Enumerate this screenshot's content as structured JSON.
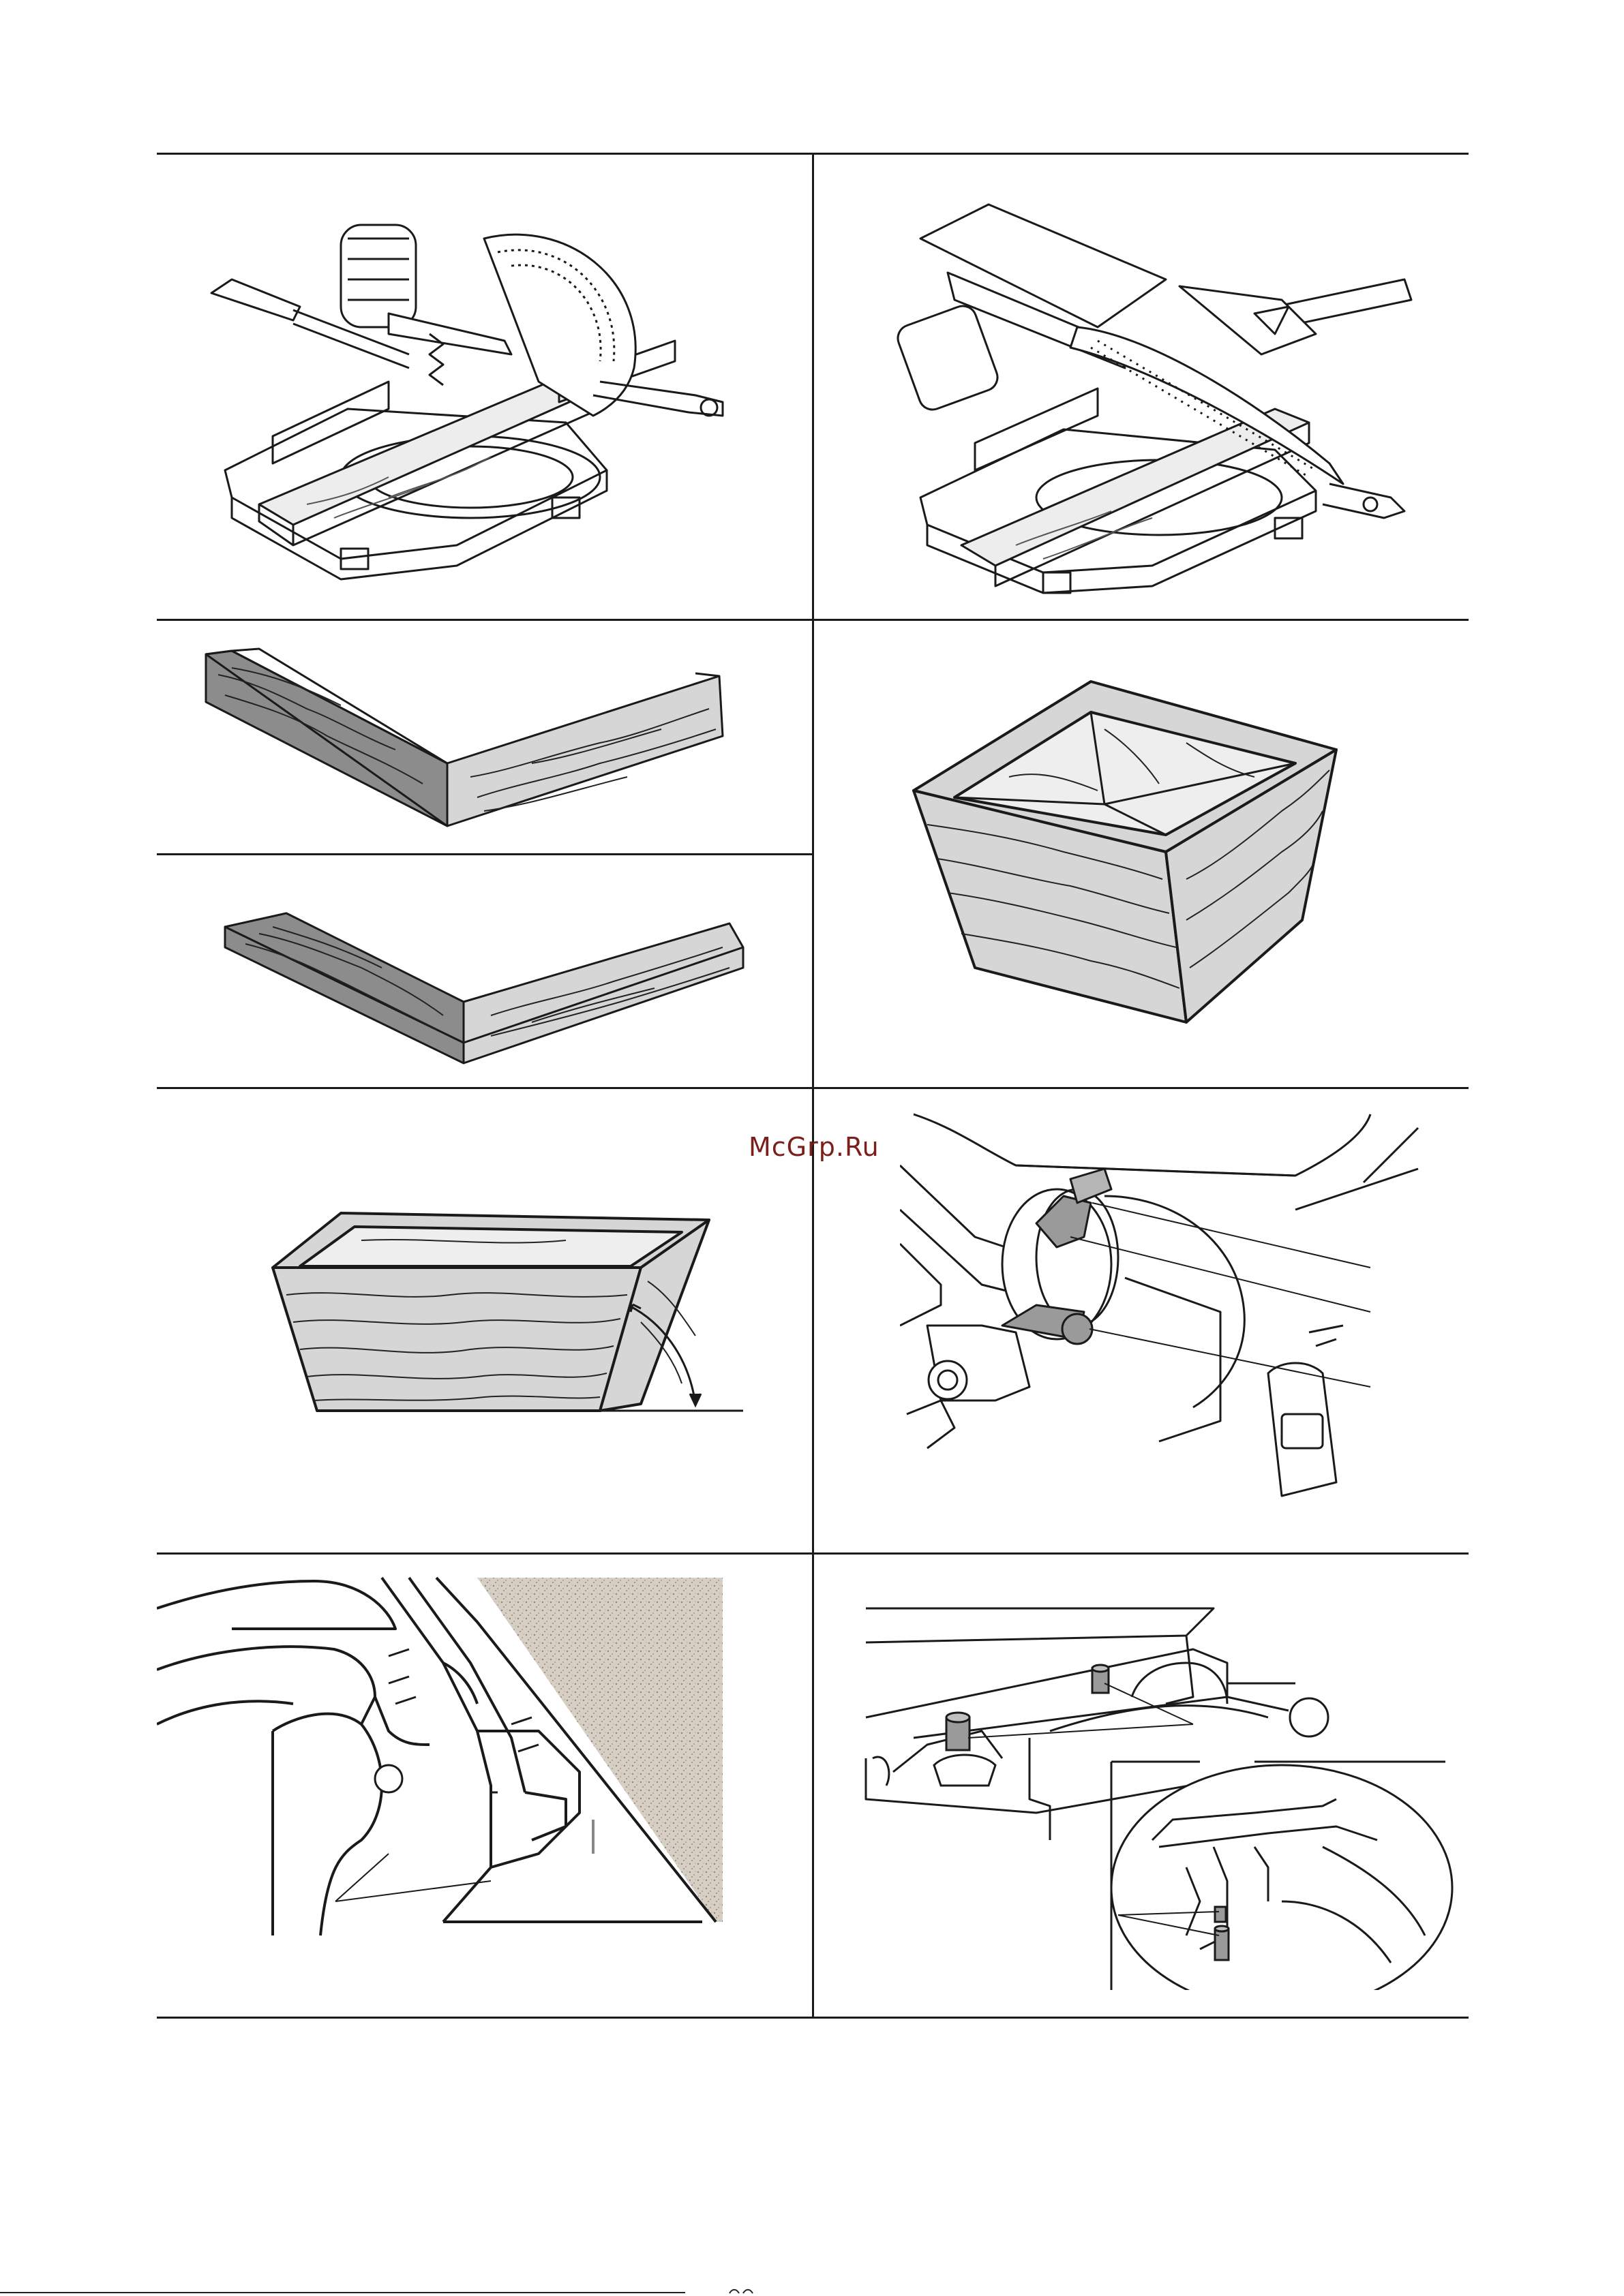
{
  "watermark": "McGrp.Ru",
  "colors": {
    "ink": "#1a1a1a",
    "wood": "#d6d6d6",
    "wood_dark": "#8c8c8c",
    "knob": "#9a9a9a",
    "speckle": "#d8cfc4",
    "watermark": "#7a1f1a"
  },
  "figures": [
    {
      "id": "saw-upright"
    },
    {
      "id": "saw-tilted"
    },
    {
      "id": "miter-joint-upright"
    },
    {
      "id": "miter-joint-flat"
    },
    {
      "id": "compound-box"
    },
    {
      "id": "bevel-box"
    },
    {
      "id": "bevel-lock-levers"
    },
    {
      "id": "fence-screws"
    },
    {
      "id": "table-pins"
    }
  ]
}
